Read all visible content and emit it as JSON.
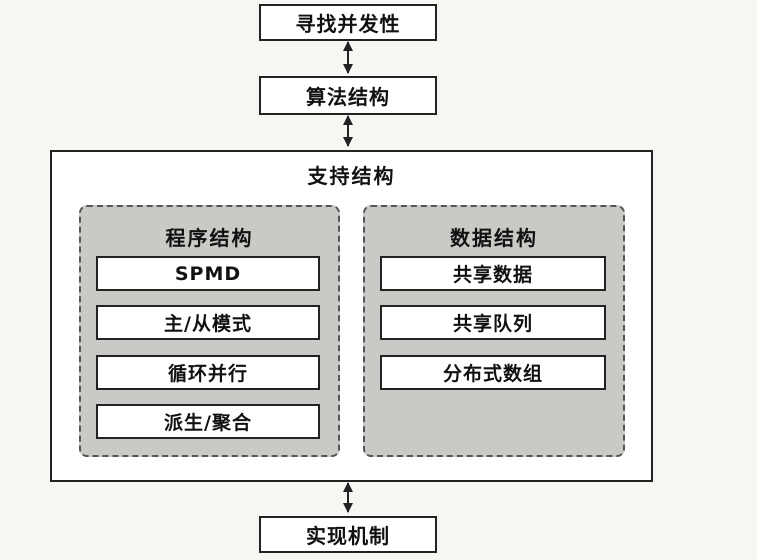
{
  "diagram": {
    "top_box": "寻找并发性",
    "algorithm_box": "算法结构",
    "support_box": {
      "title": "支持结构",
      "program_panel": {
        "title": "程序结构",
        "items": [
          "SPMD",
          "主/从模式",
          "循环并行",
          "派生/聚合"
        ]
      },
      "data_panel": {
        "title": "数据结构",
        "items": [
          "共享数据",
          "共享队列",
          "分布式数组"
        ]
      }
    },
    "bottom_box": "实现机制"
  }
}
